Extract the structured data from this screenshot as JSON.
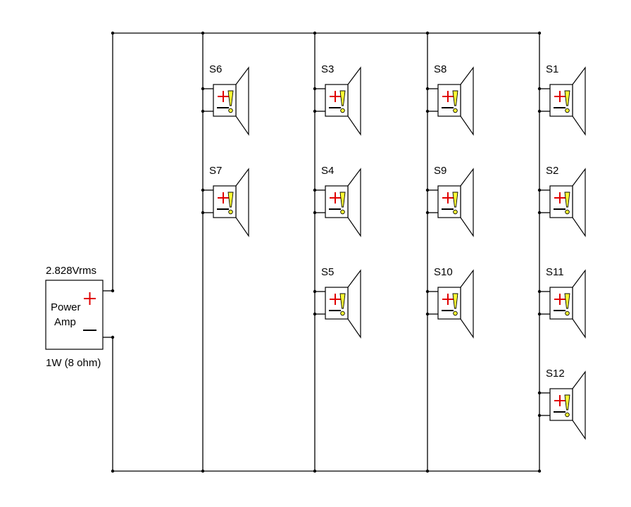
{
  "amplifier": {
    "voltage": "2.828Vrms",
    "name_line1": "Power",
    "name_line2": "Amp",
    "rating": "1W (8 ohm)"
  },
  "colors": {
    "wire": "#000000",
    "plus": "#e00000",
    "alert": "#ffff33",
    "minus": "#000000"
  },
  "speakers": [
    {
      "label": "S6"
    },
    {
      "label": "S7"
    },
    {
      "label": "S3"
    },
    {
      "label": "S4"
    },
    {
      "label": "S5"
    },
    {
      "label": "S8"
    },
    {
      "label": "S9"
    },
    {
      "label": "S10"
    },
    {
      "label": "S1"
    },
    {
      "label": "S2"
    },
    {
      "label": "S11"
    },
    {
      "label": "S12"
    }
  ]
}
